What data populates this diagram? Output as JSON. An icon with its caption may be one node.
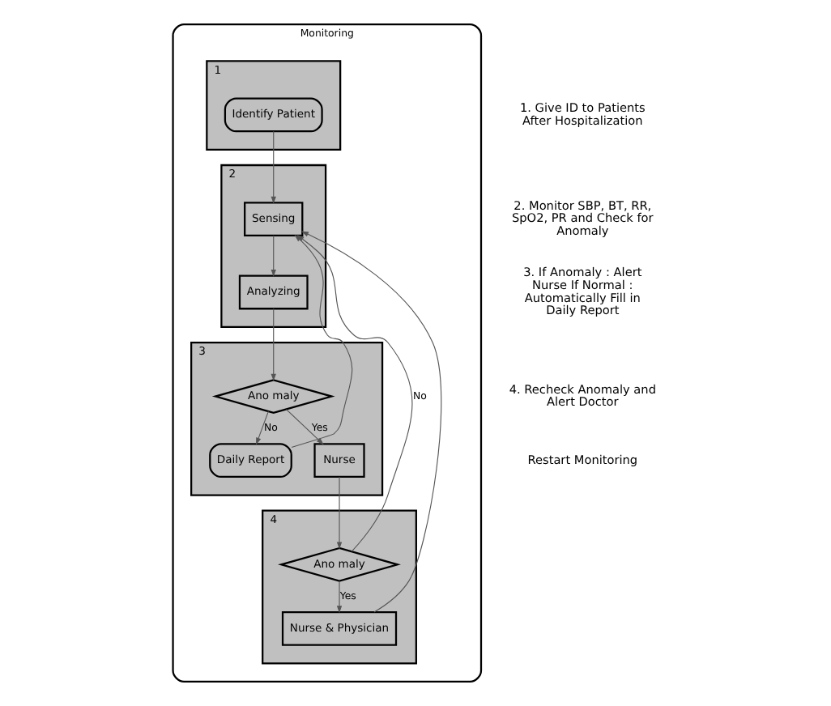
{
  "diagram": {
    "nodes": [
      {
        "text": [
          "Monitoring"
        ]
      },
      {
        "text": [
          "1"
        ],
        "in": 0
      },
      {
        "text": [
          "Identify Patient"
        ],
        "in": 1
      },
      {
        "text": [
          "2"
        ],
        "in": 0
      },
      {
        "text": [
          "Sensing"
        ],
        "in": 3
      },
      {
        "text": [
          "Analyzing"
        ],
        "in": 3
      },
      {
        "text": [
          "3"
        ],
        "in": 0
      },
      {
        "text": [
          "Ano maly"
        ],
        "in": 6
      },
      {
        "text": [
          "Daily Report"
        ],
        "in": 6
      },
      {
        "text": [
          "Nurse"
        ],
        "in": 6
      },
      {
        "text": [
          "4"
        ],
        "in": 0
      },
      {
        "text": [
          "Ano maly"
        ],
        "in": 10
      },
      {
        "text": [
          "Nurse & Physician"
        ],
        "in": 10
      }
    ],
    "edges": [
      {
        "from": 2,
        "to": 4,
        "arrow": "to"
      },
      {
        "from": 4,
        "to": 5,
        "arrow": "to"
      },
      {
        "from": 5,
        "to": 7,
        "arrow": "to"
      },
      {
        "from": 7,
        "to": 8,
        "arrow": "to",
        "label": "No"
      },
      {
        "from": 7,
        "to": 9,
        "arrow": "to",
        "label": "Yes"
      },
      {
        "from": 8,
        "to": 4,
        "arrow": "to"
      },
      {
        "from": 9,
        "to": 11,
        "arrow": "to"
      },
      {
        "from": 11,
        "to": 12,
        "arrow": "to",
        "label": "Yes"
      },
      {
        "from": 11,
        "to": 4,
        "arrow": "to",
        "label": "No"
      },
      {
        "from": 12,
        "to": 4,
        "arrow": "to"
      }
    ],
    "labels": [
      "1. Give ID to Patients After Hospitalization",
      "2. Monitor SBP, BT, RR, SpO2, PR and Check for Anomaly",
      "3. If Anomaly : Alert Nurse If Normal : Automatically Fill in Daily Report",
      "4. Recheck Anomaly and Alert Doctor",
      "Restart Monitoring"
    ]
  }
}
